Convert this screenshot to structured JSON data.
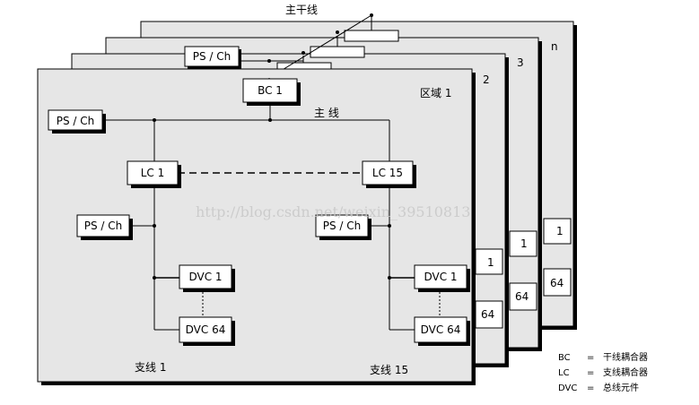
{
  "trunk_label": "主干线",
  "main_line_label": "主    线",
  "area_label": "区域 1",
  "back_area_labels": [
    "2",
    "3",
    "n"
  ],
  "nodes": {
    "bc1": "BC 1",
    "ps_top": "PS / Ch",
    "ps_main": "PS / Ch",
    "lc1": "LC 1",
    "lc15": "LC 15",
    "ps_left": "PS / Ch",
    "ps_right": "PS / Ch",
    "dvc1_left": "DVC 1",
    "dvc64_left": "DVC 64",
    "dvc1_right": "DVC 1",
    "dvc64_right": "DVC 64"
  },
  "line_labels": {
    "left": "支线 1",
    "right": "支线 15"
  },
  "back_fragments": [
    "1",
    "1",
    "1",
    "64",
    "64",
    "64"
  ],
  "legend": [
    {
      "abbr": "BC",
      "eq": "=",
      "desc": "干线耦合器"
    },
    {
      "abbr": "LC",
      "eq": "=",
      "desc": "支线耦合器"
    },
    {
      "abbr": "DVC",
      "eq": "=",
      "desc": "总线元件"
    }
  ],
  "watermark": "http://blog.csdn.net/weixin_39510813",
  "colors": {
    "panel": "#e6e6e6",
    "box": "#ffffff",
    "line": "#000000",
    "shadow": "#000000"
  }
}
